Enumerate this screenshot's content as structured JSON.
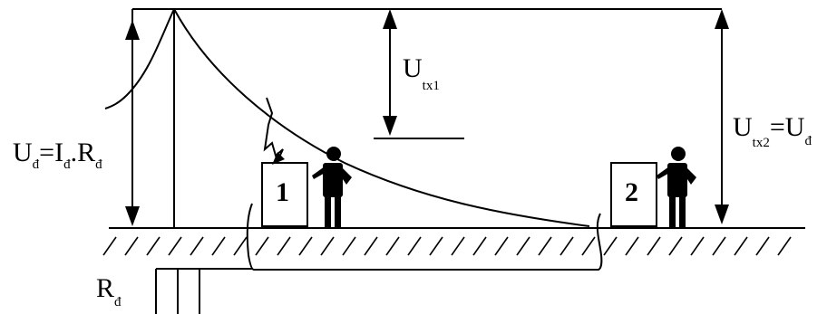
{
  "labels": {
    "ud_main": "U",
    "ud_sub": "đ",
    "ud_eq": "=I",
    "id_sub": "đ",
    "ud_dot": ".R",
    "rd_sub": "đ",
    "utx1_main": "U",
    "utx1_sub": "tx1",
    "utx2_main": "U",
    "utx2_sub": "tx2",
    "utx2_eq": "=U",
    "utx2_eq_sub": "đ",
    "rd_main": "R",
    "rd_main_sub": "đ",
    "box1": "1",
    "box2": "2"
  },
  "colors": {
    "stroke": "#000000",
    "background": "#ffffff"
  }
}
